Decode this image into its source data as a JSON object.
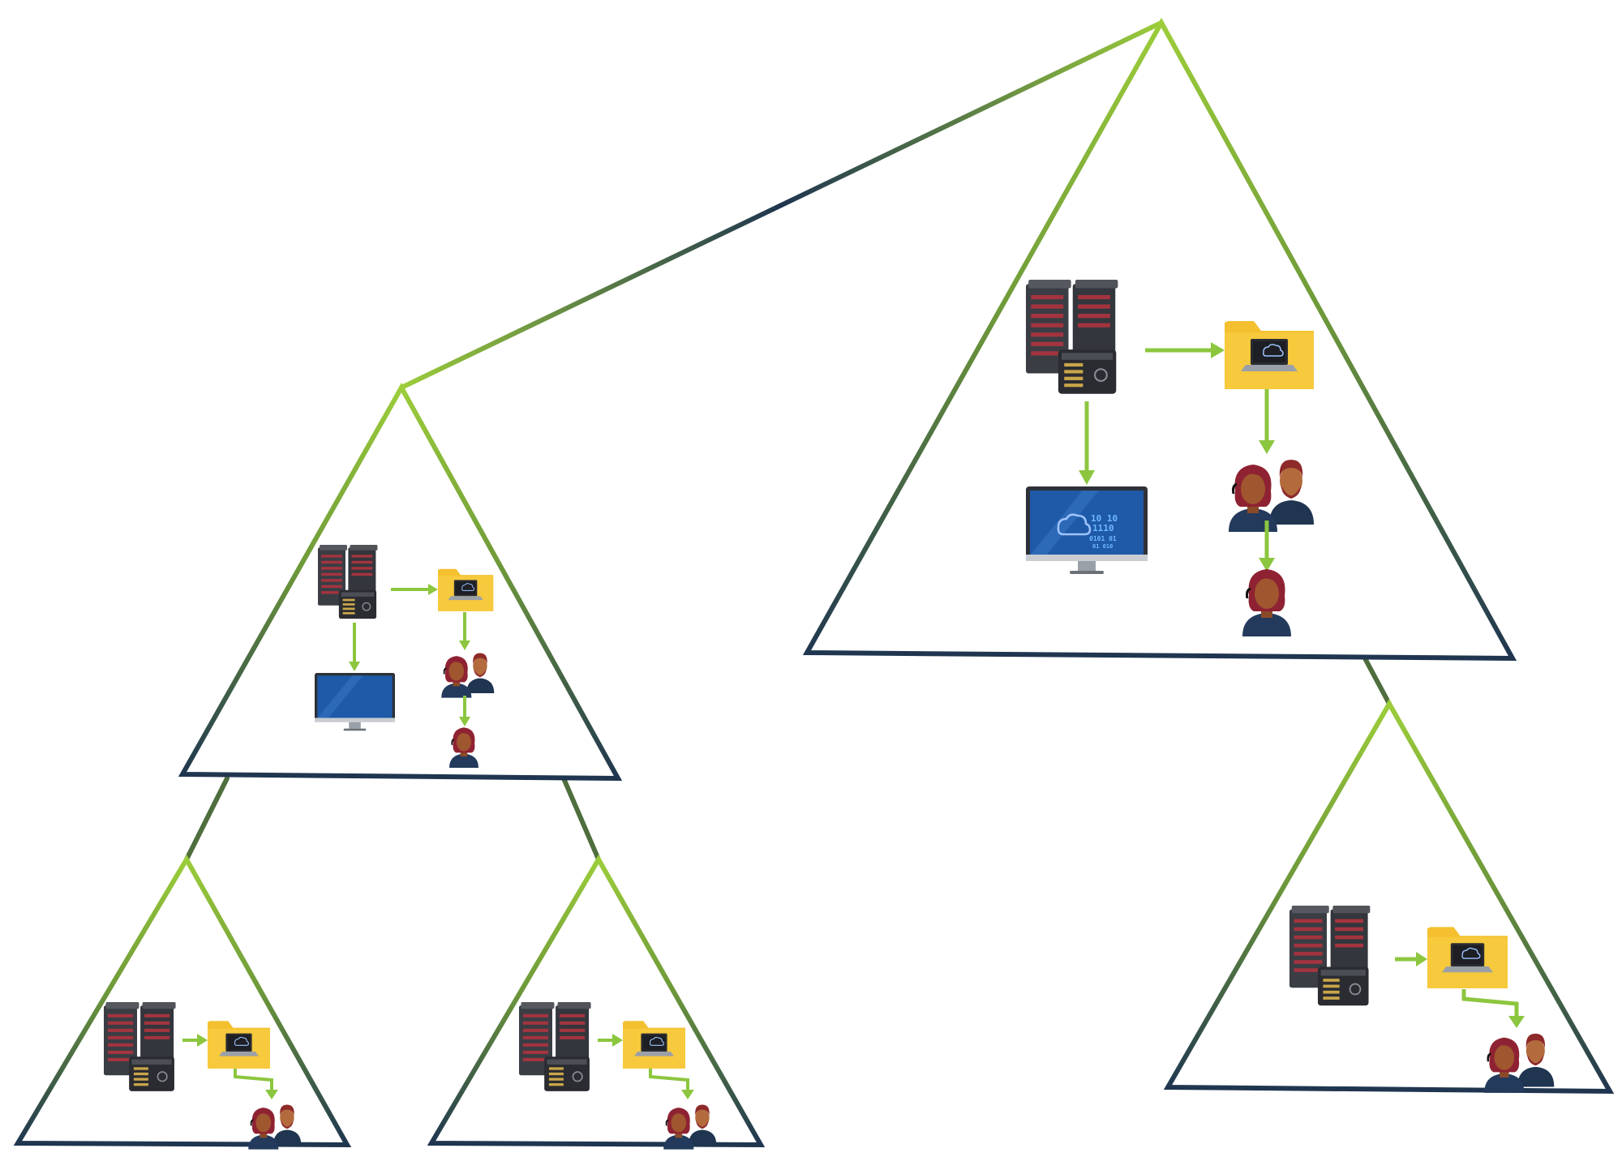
{
  "colors": {
    "accent_green": "#8cc63f",
    "navy": "#1f3550",
    "folder_yellow": "#f4c030",
    "server_dark": "#3a3d44",
    "monitor_blue": "#1e5aa8"
  },
  "monitor_screen_text": {
    "line1": "10  10",
    "line2": "1110",
    "line3": "0101  01",
    "line4": "01  010"
  },
  "nodes": [
    {
      "id": "root",
      "icons": [
        "server-rack-icon",
        "folder-laptop-icon",
        "monitor-icon",
        "user-group-icon",
        "user-icon"
      ]
    },
    {
      "id": "left-mid",
      "icons": [
        "server-rack-icon",
        "folder-laptop-icon",
        "monitor-icon",
        "user-group-icon",
        "user-icon"
      ]
    },
    {
      "id": "right-leaf",
      "icons": [
        "server-rack-icon",
        "folder-laptop-icon",
        "user-group-icon"
      ]
    },
    {
      "id": "left-leaf-1",
      "icons": [
        "server-rack-icon",
        "folder-laptop-icon",
        "user-group-icon"
      ]
    },
    {
      "id": "left-leaf-2",
      "icons": [
        "server-rack-icon",
        "folder-laptop-icon",
        "user-group-icon"
      ]
    }
  ]
}
